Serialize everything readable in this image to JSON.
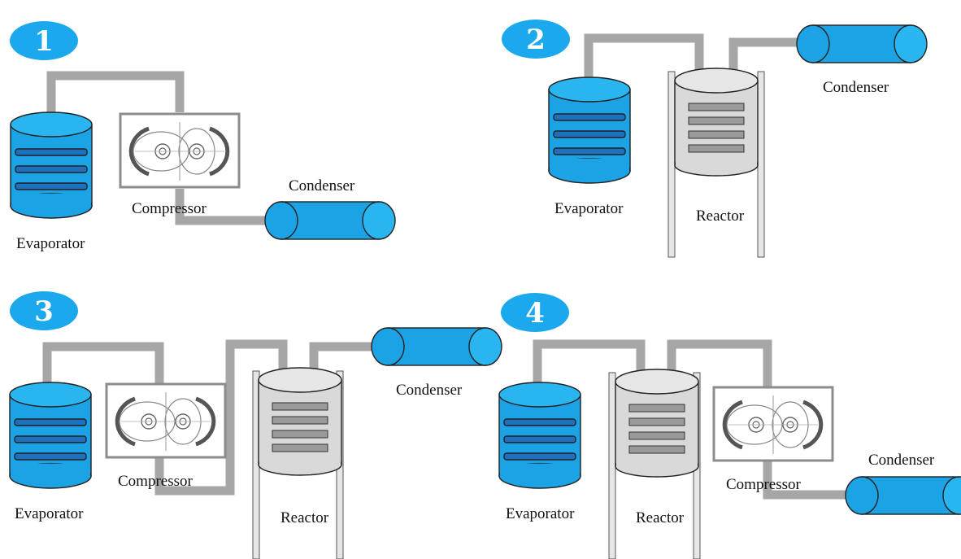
{
  "colors": {
    "badge": "#1ba8ec",
    "vessel_blue": "#1ba3e6",
    "tray_blue": "#1f6fbf",
    "pipe_gray": "#a6a6a6",
    "reactor_gray": "#d9d9d9",
    "frame_gray": "#8c8c8c",
    "text": "#111111"
  },
  "panels": [
    {
      "number": "1",
      "labels": {
        "evaporator": "Evaporator",
        "compressor": "Compressor",
        "condenser": "Condenser"
      }
    },
    {
      "number": "2",
      "labels": {
        "evaporator": "Evaporator",
        "reactor": "Reactor",
        "condenser": "Condenser"
      }
    },
    {
      "number": "3",
      "labels": {
        "evaporator": "Evaporator",
        "compressor": "Compressor",
        "reactor": "Reactor",
        "condenser": "Condenser"
      }
    },
    {
      "number": "4",
      "labels": {
        "evaporator": "Evaporator",
        "reactor": "Reactor",
        "compressor": "Compressor",
        "condenser": "Condenser"
      }
    }
  ]
}
